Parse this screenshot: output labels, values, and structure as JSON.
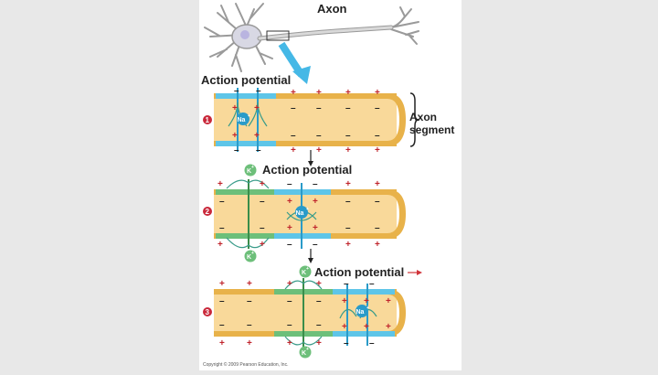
{
  "labels": {
    "axon": "Axon",
    "ap1": "Action potential",
    "ap2": "Action potential",
    "ap3": "Action potential",
    "axon_segment_1": "Axon",
    "axon_segment_2": "segment",
    "step1": "1",
    "step2": "2",
    "step3": "3",
    "na": "Na",
    "k": "K",
    "plus": "+",
    "minus": "–",
    "copyright": "Copyright © 2009 Pearson Education, Inc."
  },
  "colors": {
    "axon_fill": "#f9d99a",
    "axon_membrane": "#e8b24a",
    "depolarized": "#5ec5e8",
    "repolarized": "#6dbf7a",
    "plus_color": "#c0242c",
    "step_circle": "#c9283a",
    "arrow_blue": "#45b8e6"
  }
}
